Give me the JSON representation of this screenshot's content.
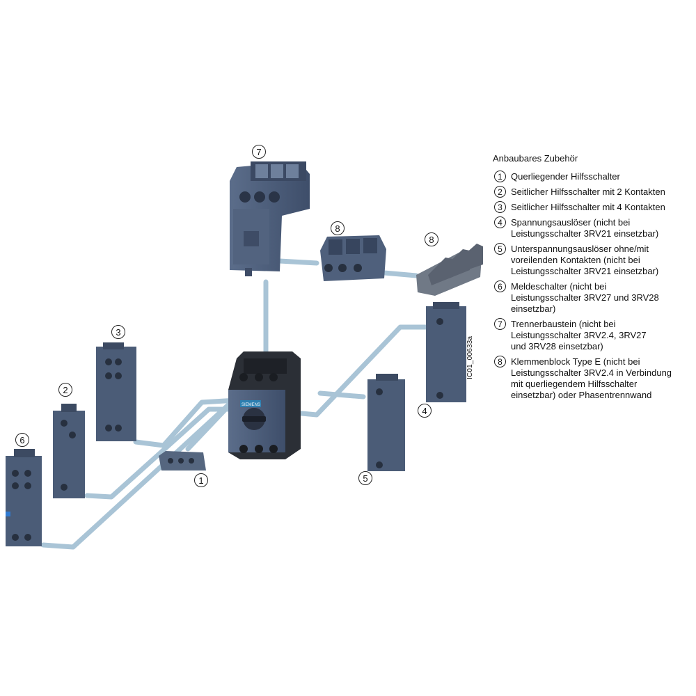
{
  "legend": {
    "heading": "Anbaubares Zubehör",
    "items": [
      {
        "num": "1",
        "text": "Querliegender Hilfsschalter"
      },
      {
        "num": "2",
        "text": "Seitlicher Hilfsschalter mit 2 Kontakten"
      },
      {
        "num": "3",
        "text": "Seitlicher Hilfsschalter mit 4 Kontakten"
      },
      {
        "num": "4",
        "text": "Spannungsauslöser (nicht bei\nLeistungsschalter 3RV21 einsetzbar)"
      },
      {
        "num": "5",
        "text": "Unterspannungsauslöser ohne/mit\nvoreilenden Kontakten (nicht bei\nLeistungsschalter 3RV21 einsetzbar)"
      },
      {
        "num": "6",
        "text": "Meldeschalter (nicht bei\nLeistungsschalter 3RV27 und 3RV28\neinsetzbar)"
      },
      {
        "num": "7",
        "text": "Trennerbaustein (nicht bei\nLeistungsschalter 3RV2.4, 3RV27\nund 3RV28 einsetzbar)"
      },
      {
        "num": "8",
        "text": "Klemmenblock Type E (nicht bei\nLeistungsschalter 3RV2.4 in Verbindung\nmit querliegendem Hilfsschalter\neinsetzbar) oder Phasentrennwand"
      }
    ]
  },
  "callouts": {
    "c1": "1",
    "c2": "2",
    "c3": "3",
    "c4": "4",
    "c5": "5",
    "c6": "6",
    "c7": "7",
    "c8a": "8",
    "c8b": "8"
  },
  "figure_code": "IC01_00633a",
  "breaker_brand": "SIEMENS",
  "colors": {
    "device": "#4a5b78",
    "device_dark": "#34425a",
    "connector": "#a9c4d6",
    "outline": "#222222"
  }
}
